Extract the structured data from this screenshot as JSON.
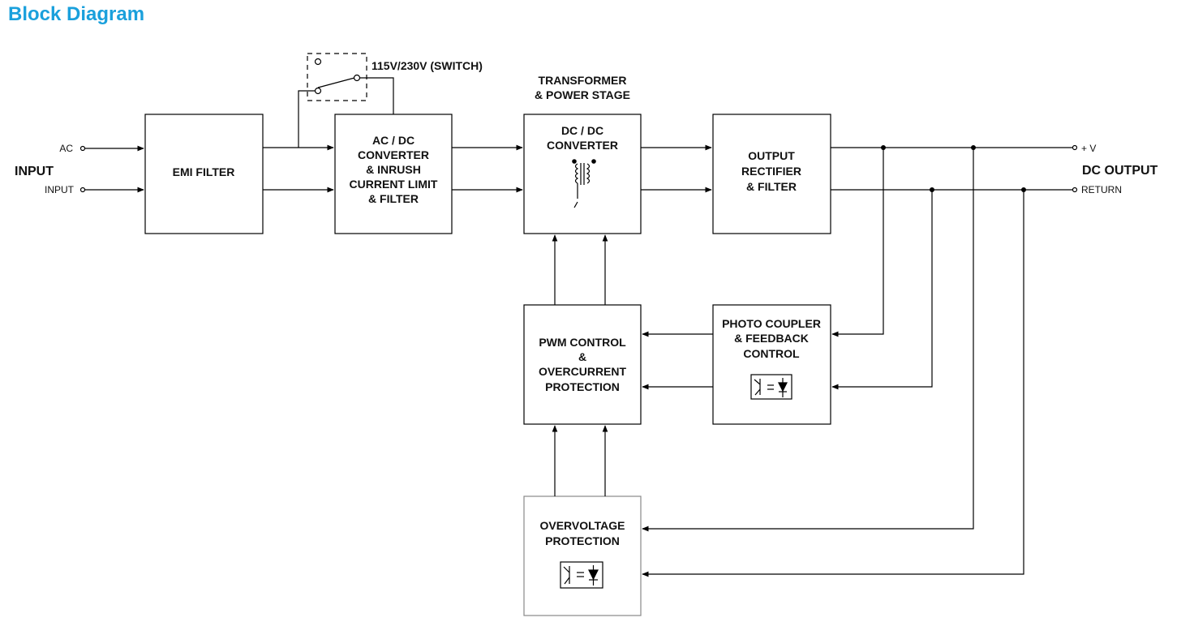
{
  "page": {
    "title": "Block Diagram"
  },
  "colors": {
    "title": "#1aa0dc",
    "ink": "#000000",
    "ovp_border": "#888888"
  },
  "input": {
    "group_label": "INPUT",
    "line1": "AC",
    "line2": "INPUT"
  },
  "output": {
    "group_label": "DC OUTPUT",
    "positive": "+ V",
    "return": "RETURN"
  },
  "switch": {
    "label": "115V/230V (SWITCH)"
  },
  "transformer": {
    "caption_line1": "TRANSFORMER",
    "caption_line2": "& POWER STAGE"
  },
  "blocks": {
    "emi": {
      "line1": "EMI FILTER"
    },
    "acdc": {
      "line1": "AC / DC",
      "line2": "CONVERTER",
      "line3": "& INRUSH",
      "line4": "CURRENT LIMIT",
      "line5": "& FILTER"
    },
    "dcdc": {
      "line1": "DC / DC",
      "line2": "CONVERTER"
    },
    "rect": {
      "line1": "OUTPUT",
      "line2": "RECTIFIER",
      "line3": "& FILTER"
    },
    "pwm": {
      "line1": "PWM CONTROL",
      "line2": "&",
      "line3": "OVERCURRENT",
      "line4": "PROTECTION"
    },
    "photo": {
      "line1": "PHOTO COUPLER",
      "line2": "& FEEDBACK",
      "line3": "CONTROL"
    },
    "ovp": {
      "line1": "OVERVOLTAGE",
      "line2": "PROTECTION"
    }
  }
}
